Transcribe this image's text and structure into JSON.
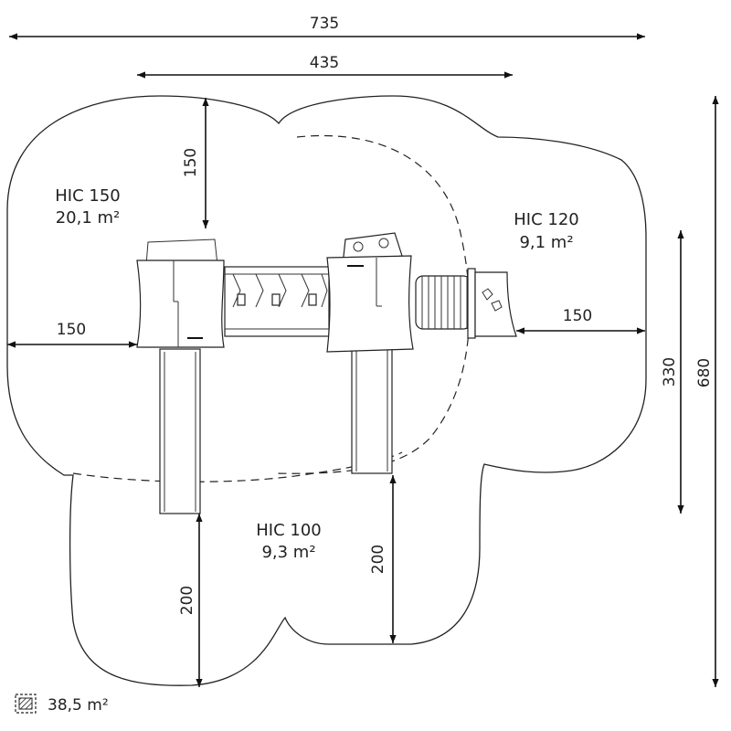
{
  "dimensions": {
    "total_width": "735",
    "inner_width": "435",
    "left_clearance": "150",
    "top_clearance": "150",
    "right_clearance": "150",
    "bottom_left_clearance": "200",
    "bottom_mid_clearance": "200",
    "inner_height": "330",
    "total_height": "680"
  },
  "zones": [
    {
      "hic": "HIC 150",
      "area": "20,1 m²"
    },
    {
      "hic": "HIC 120",
      "area": "9,1 m²"
    },
    {
      "hic": "HIC 100",
      "area": "9,3 m²"
    }
  ],
  "legend": {
    "icon": "surface-area-icon",
    "area": "38,5 m²"
  }
}
